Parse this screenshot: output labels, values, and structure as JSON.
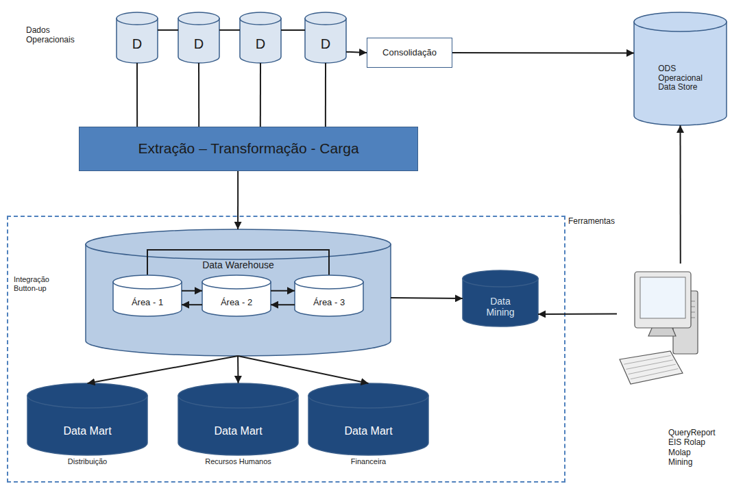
{
  "diagram": {
    "nodes": [
      {
        "text": [
          "D"
        ]
      },
      {
        "text": [
          "D"
        ]
      },
      {
        "text": [
          "D"
        ]
      },
      {
        "text": [
          "D"
        ]
      },
      {
        "text": [
          "Consolidação"
        ]
      },
      {
        "text": [
          "ODS Operacional Data Store"
        ]
      },
      {
        "text": [
          "Extração – Transformação - Carga"
        ]
      },
      {
        "text": [
          "Ferramentas"
        ]
      },
      {
        "text": [
          "Data Warehouse"
        ],
        "in": 7
      },
      {
        "text": [
          "Área - 1"
        ],
        "in": 8
      },
      {
        "text": [
          "Área - 2"
        ],
        "in": 8
      },
      {
        "text": [
          "Área - 3"
        ],
        "in": 8
      },
      {
        "text": [
          "Data Mining"
        ],
        "in": 7
      },
      {
        "text": [
          "Data Mart",
          "Distribuição"
        ],
        "in": 7
      },
      {
        "text": [
          "Data Mart",
          "Recursos Humanos"
        ],
        "in": 7
      },
      {
        "text": [
          "Data Mart",
          "Financeira"
        ],
        "in": 7
      },
      {
        "text": [
          "QueryReport EIS Rolap Molap Mining"
        ]
      }
    ],
    "edges": [
      {
        "from": 0,
        "to": 1,
        "arrow": "none"
      },
      {
        "from": 1,
        "to": 2,
        "arrow": "none"
      },
      {
        "from": 2,
        "to": 3,
        "arrow": "none"
      },
      {
        "from": 3,
        "to": 4,
        "arrow": "to"
      },
      {
        "from": 4,
        "to": 5,
        "arrow": "to"
      },
      {
        "from": 0,
        "to": 6,
        "arrow": "none"
      },
      {
        "from": 1,
        "to": 6,
        "arrow": "none"
      },
      {
        "from": 2,
        "to": 6,
        "arrow": "none"
      },
      {
        "from": 3,
        "to": 6,
        "arrow": "none"
      },
      {
        "from": 6,
        "to": 8,
        "arrow": "to"
      },
      {
        "from": 9,
        "to": 10,
        "arrow": "to"
      },
      {
        "from": 10,
        "to": 9,
        "arrow": "to"
      },
      {
        "from": 10,
        "to": 11,
        "arrow": "to"
      },
      {
        "from": 11,
        "to": 10,
        "arrow": "to"
      },
      {
        "from": 8,
        "to": 12,
        "arrow": "to"
      },
      {
        "from": 8,
        "to": 13,
        "arrow": "to"
      },
      {
        "from": 8,
        "to": 14,
        "arrow": "to"
      },
      {
        "from": 8,
        "to": 15,
        "arrow": "to"
      },
      {
        "from": 16,
        "to": 12,
        "arrow": "to"
      },
      {
        "from": 16,
        "to": 5,
        "arrow": "to"
      }
    ],
    "labels": [
      "Dados Operacionais",
      "Integração Button-up"
    ]
  }
}
